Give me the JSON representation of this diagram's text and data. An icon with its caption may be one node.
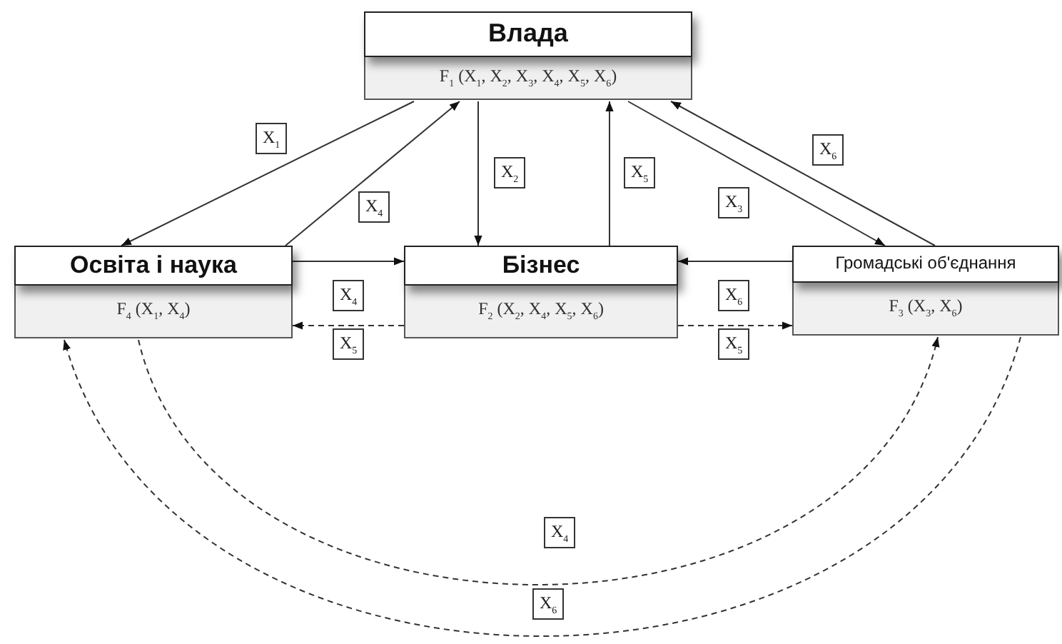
{
  "diagram": {
    "nodes": [
      {
        "text": [
          "Влада",
          "F$_{1}$ (X$_{1}$, X$_{2}$, X$_{3}$, X$_{4}$, X$_{5}$, X$_{6}$)"
        ]
      },
      {
        "text": [
          "Освіта і наука",
          "F$_{4}$ (X$_{1}$, X$_{4}$)"
        ]
      },
      {
        "text": [
          "Бізнес",
          "F$_{2}$ (X$_{2}$, X$_{4}$, X$_{5}$, X$_{6}$)"
        ]
      },
      {
        "text": [
          "Громадські об'єднання",
          "F$_{3}$ (X$_{3}$, X$_{6}$)"
        ]
      }
    ],
    "edges": [
      {
        "from": 0,
        "to": 1,
        "arrow": "to",
        "label": "X$_{1}$"
      },
      {
        "from": 1,
        "to": 0,
        "arrow": "to",
        "label": "X$_{4}$"
      },
      {
        "from": 0,
        "to": 2,
        "arrow": "to",
        "label": "X$_{2}$"
      },
      {
        "from": 2,
        "to": 0,
        "arrow": "to",
        "label": "X$_{5}$"
      },
      {
        "from": 0,
        "to": 3,
        "arrow": "to",
        "label": "X$_{3}$"
      },
      {
        "from": 3,
        "to": 0,
        "arrow": "to",
        "label": "X$_{6}$"
      },
      {
        "from": 1,
        "to": 2,
        "arrow": "to",
        "label": "X$_{4}$"
      },
      {
        "from": 2,
        "to": 1,
        "arrow": "to",
        "label": "X$_{5}$",
        "style": "dashed"
      },
      {
        "from": 3,
        "to": 2,
        "arrow": "to",
        "label": "X$_{6}$"
      },
      {
        "from": 2,
        "to": 3,
        "arrow": "to",
        "label": "X$_{5}$",
        "style": "dashed"
      },
      {
        "from": 1,
        "to": 3,
        "arrow": "to",
        "label": "X$_{4}$",
        "style": "dashed"
      },
      {
        "from": 3,
        "to": 1,
        "arrow": "to",
        "label": "X$_{6}$",
        "style": "dashed"
      }
    ]
  }
}
